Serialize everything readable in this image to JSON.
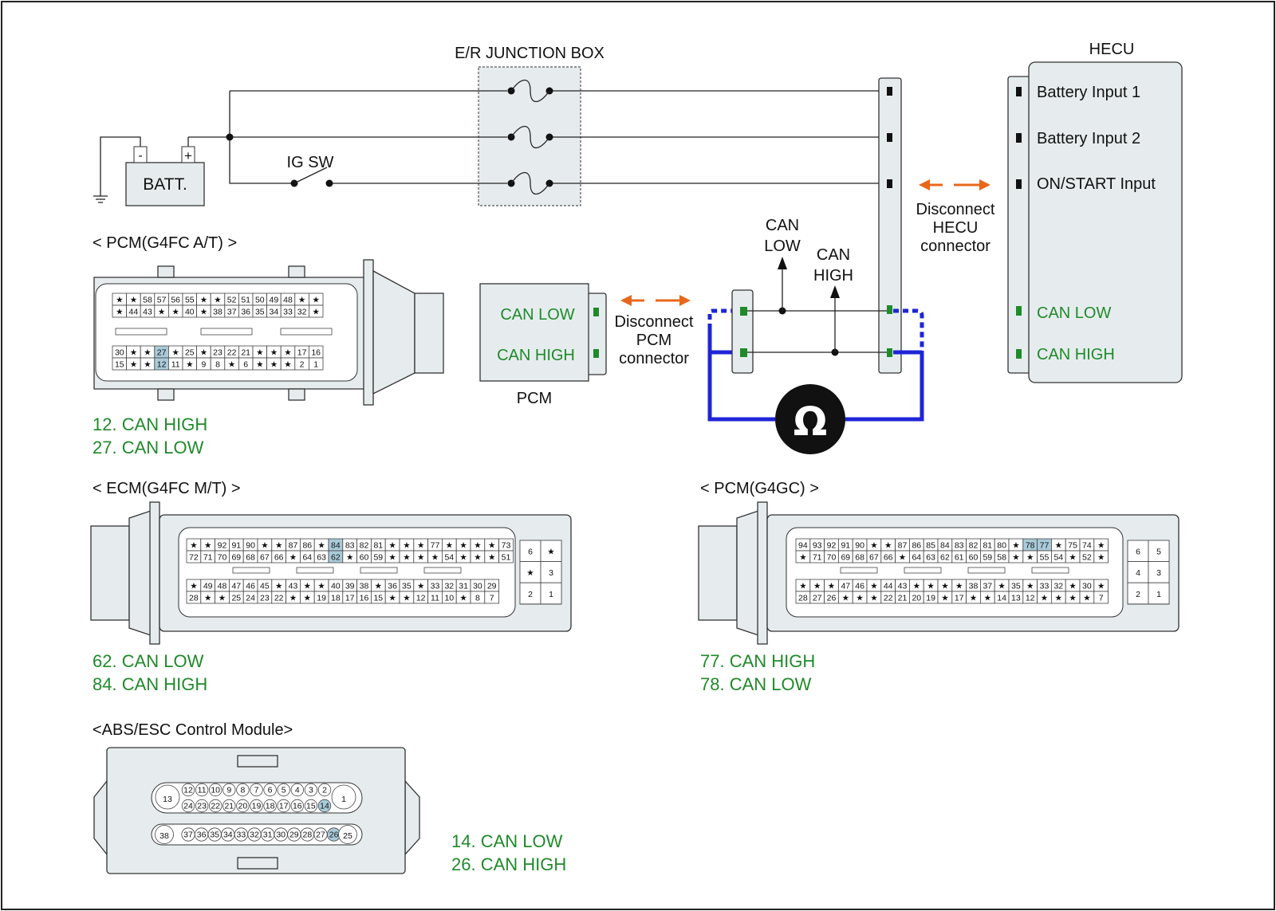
{
  "power": {
    "junction_box": "E/R JUNCTION BOX",
    "ig_switch": "IG SW",
    "battery": "BATT.",
    "minus": "-",
    "plus": "+"
  },
  "hecu": {
    "title": "HECU",
    "pins": [
      "Battery Input 1",
      "Battery Input 2",
      "ON/START Input",
      "CAN LOW",
      "CAN HIGH"
    ],
    "disconnect": [
      "Disconnect",
      "HECU",
      "connector"
    ]
  },
  "pcm": {
    "title": "PCM",
    "pins": [
      "CAN LOW",
      "CAN HIGH"
    ],
    "disconnect": [
      "Disconnect",
      "PCM",
      "connector"
    ]
  },
  "can_labels": {
    "low": [
      "CAN",
      "LOW"
    ],
    "high": [
      "CAN",
      "HIGH"
    ]
  },
  "meter_symbol": "Ω",
  "colors": {
    "can_pin": "#1f8a2a",
    "can_bus": "#1f24d8",
    "disconnect_arrow": "#e8681b",
    "highlight_pin": "#a9cbd9",
    "connector_body": "#e6ecee"
  },
  "connectors": {
    "pcm_at": {
      "title": "< PCM(G4FC A/T) >",
      "rows": [
        [
          "★",
          "★",
          "58",
          "57",
          "56",
          "55",
          "★",
          "★",
          "52",
          "51",
          "50",
          "49",
          "48",
          "★",
          "★"
        ],
        [
          "★",
          "44",
          "43",
          "★",
          "★",
          "40",
          "★",
          "38",
          "37",
          "36",
          "35",
          "34",
          "33",
          "32",
          "★"
        ],
        [
          "30",
          "★",
          "★",
          "27",
          "★",
          "25",
          "★",
          "23",
          "22",
          "21",
          "★",
          "★",
          "★",
          "17",
          "16"
        ],
        [
          "15",
          "★",
          "★",
          "12",
          "11",
          "★",
          "9",
          "8",
          "★",
          "6",
          "★",
          "★",
          "★",
          "2",
          "1"
        ]
      ],
      "highlight": [
        "12",
        "27"
      ],
      "notes": [
        "12. CAN HIGH",
        "27. CAN LOW"
      ]
    },
    "ecm_mt": {
      "title": "< ECM(G4FC M/T) >",
      "rows": [
        [
          "★",
          "★",
          "92",
          "91",
          "90",
          "★",
          "★",
          "87",
          "86",
          "★",
          "84",
          "83",
          "82",
          "81",
          "★",
          "★",
          "★",
          "77",
          "★",
          "★",
          "★",
          "★",
          "73"
        ],
        [
          "72",
          "71",
          "70",
          "69",
          "68",
          "67",
          "66",
          "★",
          "64",
          "63",
          "62",
          "★",
          "60",
          "59",
          "★",
          "★",
          "★",
          "★",
          "54",
          "★",
          "★",
          "★",
          "51"
        ],
        [
          "★",
          "49",
          "48",
          "47",
          "46",
          "45",
          "★",
          "43",
          "★",
          "★",
          "40",
          "39",
          "38",
          "★",
          "36",
          "35",
          "★",
          "33",
          "32",
          "31",
          "30",
          "29"
        ],
        [
          "28",
          "★",
          "★",
          "25",
          "24",
          "23",
          "22",
          "★",
          "★",
          "19",
          "18",
          "17",
          "16",
          "15",
          "★",
          "★",
          "12",
          "11",
          "10",
          "★",
          "8",
          "7"
        ]
      ],
      "side": [
        "6",
        "★",
        "★",
        "3",
        "2",
        "1"
      ],
      "highlight": [
        "84",
        "62"
      ],
      "notes": [
        "62. CAN LOW",
        "84. CAN HIGH"
      ]
    },
    "pcm_g4gc": {
      "title": "< PCM(G4GC) >",
      "rows": [
        [
          "94",
          "93",
          "92",
          "91",
          "90",
          "★",
          "★",
          "87",
          "86",
          "85",
          "84",
          "83",
          "82",
          "81",
          "80",
          "★",
          "78",
          "77",
          "★",
          "75",
          "74",
          "★"
        ],
        [
          "★",
          "71",
          "70",
          "69",
          "68",
          "67",
          "66",
          "★",
          "64",
          "63",
          "62",
          "61",
          "60",
          "59",
          "58",
          "★",
          "★",
          "55",
          "54",
          "★",
          "52",
          "★"
        ],
        [
          "★",
          "★",
          "★",
          "47",
          "46",
          "★",
          "44",
          "43",
          "★",
          "★",
          "★",
          "★",
          "38",
          "37",
          "★",
          "35",
          "★",
          "33",
          "32",
          "★",
          "30",
          "★"
        ],
        [
          "28",
          "27",
          "26",
          "★",
          "★",
          "★",
          "22",
          "21",
          "20",
          "19",
          "★",
          "17",
          "★",
          "★",
          "14",
          "13",
          "12",
          "★",
          "★",
          "★",
          "★",
          "7"
        ]
      ],
      "side": [
        "6",
        "5",
        "4",
        "3",
        "2",
        "1"
      ],
      "highlight": [
        "78",
        "77"
      ],
      "notes": [
        "77. CAN HIGH",
        "78. CAN LOW"
      ]
    },
    "abs_esc": {
      "title": "<ABS/ESC Control Module>",
      "top_row": [
        "12",
        "11",
        "10",
        "9",
        "8",
        "7",
        "6",
        "5",
        "4",
        "3",
        "2"
      ],
      "bottom_row": [
        "24",
        "23",
        "22",
        "21",
        "20",
        "19",
        "18",
        "17",
        "16",
        "15",
        "14"
      ],
      "lower_row": [
        "37",
        "36",
        "35",
        "34",
        "33",
        "32",
        "31",
        "30",
        "29",
        "28",
        "27",
        "26"
      ],
      "big": [
        "13",
        "1",
        "38",
        "25"
      ],
      "highlight": [
        "14",
        "26"
      ],
      "notes": [
        "14. CAN LOW",
        "26. CAN HIGH"
      ]
    }
  }
}
